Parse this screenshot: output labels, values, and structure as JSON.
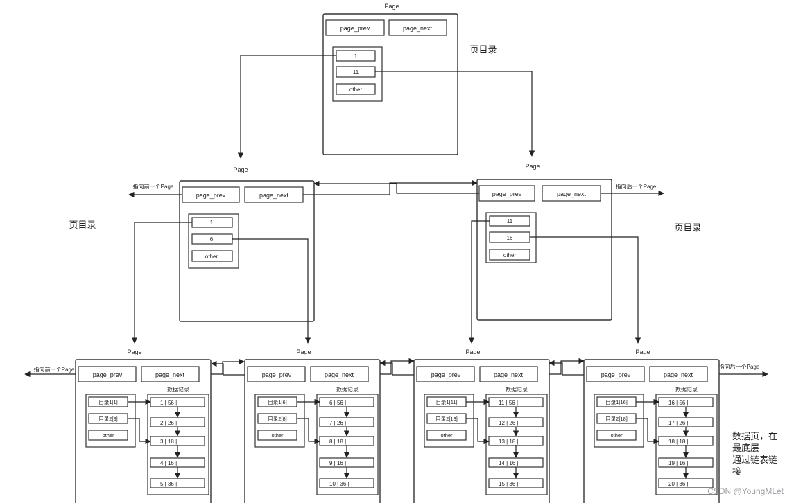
{
  "top": {
    "title": "Page",
    "prev": "page_prev",
    "next": "page_next",
    "entries": [
      "1",
      "11",
      "other"
    ],
    "dir_label": "页目录"
  },
  "mid": [
    {
      "title": "Page",
      "prev": "page_prev",
      "next": "page_next",
      "entries": [
        "1",
        "6",
        "other"
      ],
      "dir_label": "页目录",
      "ext_label": "指向前一个Page"
    },
    {
      "title": "Page",
      "prev": "page_prev",
      "next": "page_next",
      "entries": [
        "11",
        "16",
        "other"
      ],
      "dir_label": "页目录",
      "ext_label": "指向后一个Page"
    }
  ],
  "leaves": [
    {
      "title": "Page",
      "prev": "page_prev",
      "next": "page_next",
      "records_title": "数据记录",
      "dirs": [
        "目录1[1]",
        "目录2[3]",
        "other"
      ],
      "records": [
        "1 | 56 |",
        "2 | 26 |",
        "3 | 18 |",
        "4 | 16 |",
        "5 | 36 |"
      ],
      "ext_label": "指向前一个Page"
    },
    {
      "title": "Page",
      "prev": "page_prev",
      "next": "page_next",
      "records_title": "数据记录",
      "dirs": [
        "目录1[6]",
        "目录2[8]",
        "other"
      ],
      "records": [
        "6 | 56 |",
        "7 | 26 |",
        "8 | 18 |",
        "9 | 16 |",
        "10 | 36 |"
      ]
    },
    {
      "title": "Page",
      "prev": "page_prev",
      "next": "page_next",
      "records_title": "数据记录",
      "dirs": [
        "目录1[11]",
        "目录2[13]",
        "other"
      ],
      "records": [
        "11 | 56 |",
        "12 | 26 |",
        "13 | 18 |",
        "14 | 16 |",
        "15 | 36 |"
      ]
    },
    {
      "title": "Page",
      "prev": "page_prev",
      "next": "page_next",
      "records_title": "数据记录",
      "dirs": [
        "目录1[16]",
        "目录2[18]",
        "other"
      ],
      "records": [
        "16 | 56 |",
        "17 | 26 |",
        "18 | 18 |",
        "19 | 16 |",
        "20 | 36 |"
      ],
      "ext_label": "指向后一个Page"
    }
  ],
  "note": [
    "数据页，在",
    "最底层",
    "通过链表链",
    "接"
  ],
  "watermark": "CSDN @YoungMLet"
}
